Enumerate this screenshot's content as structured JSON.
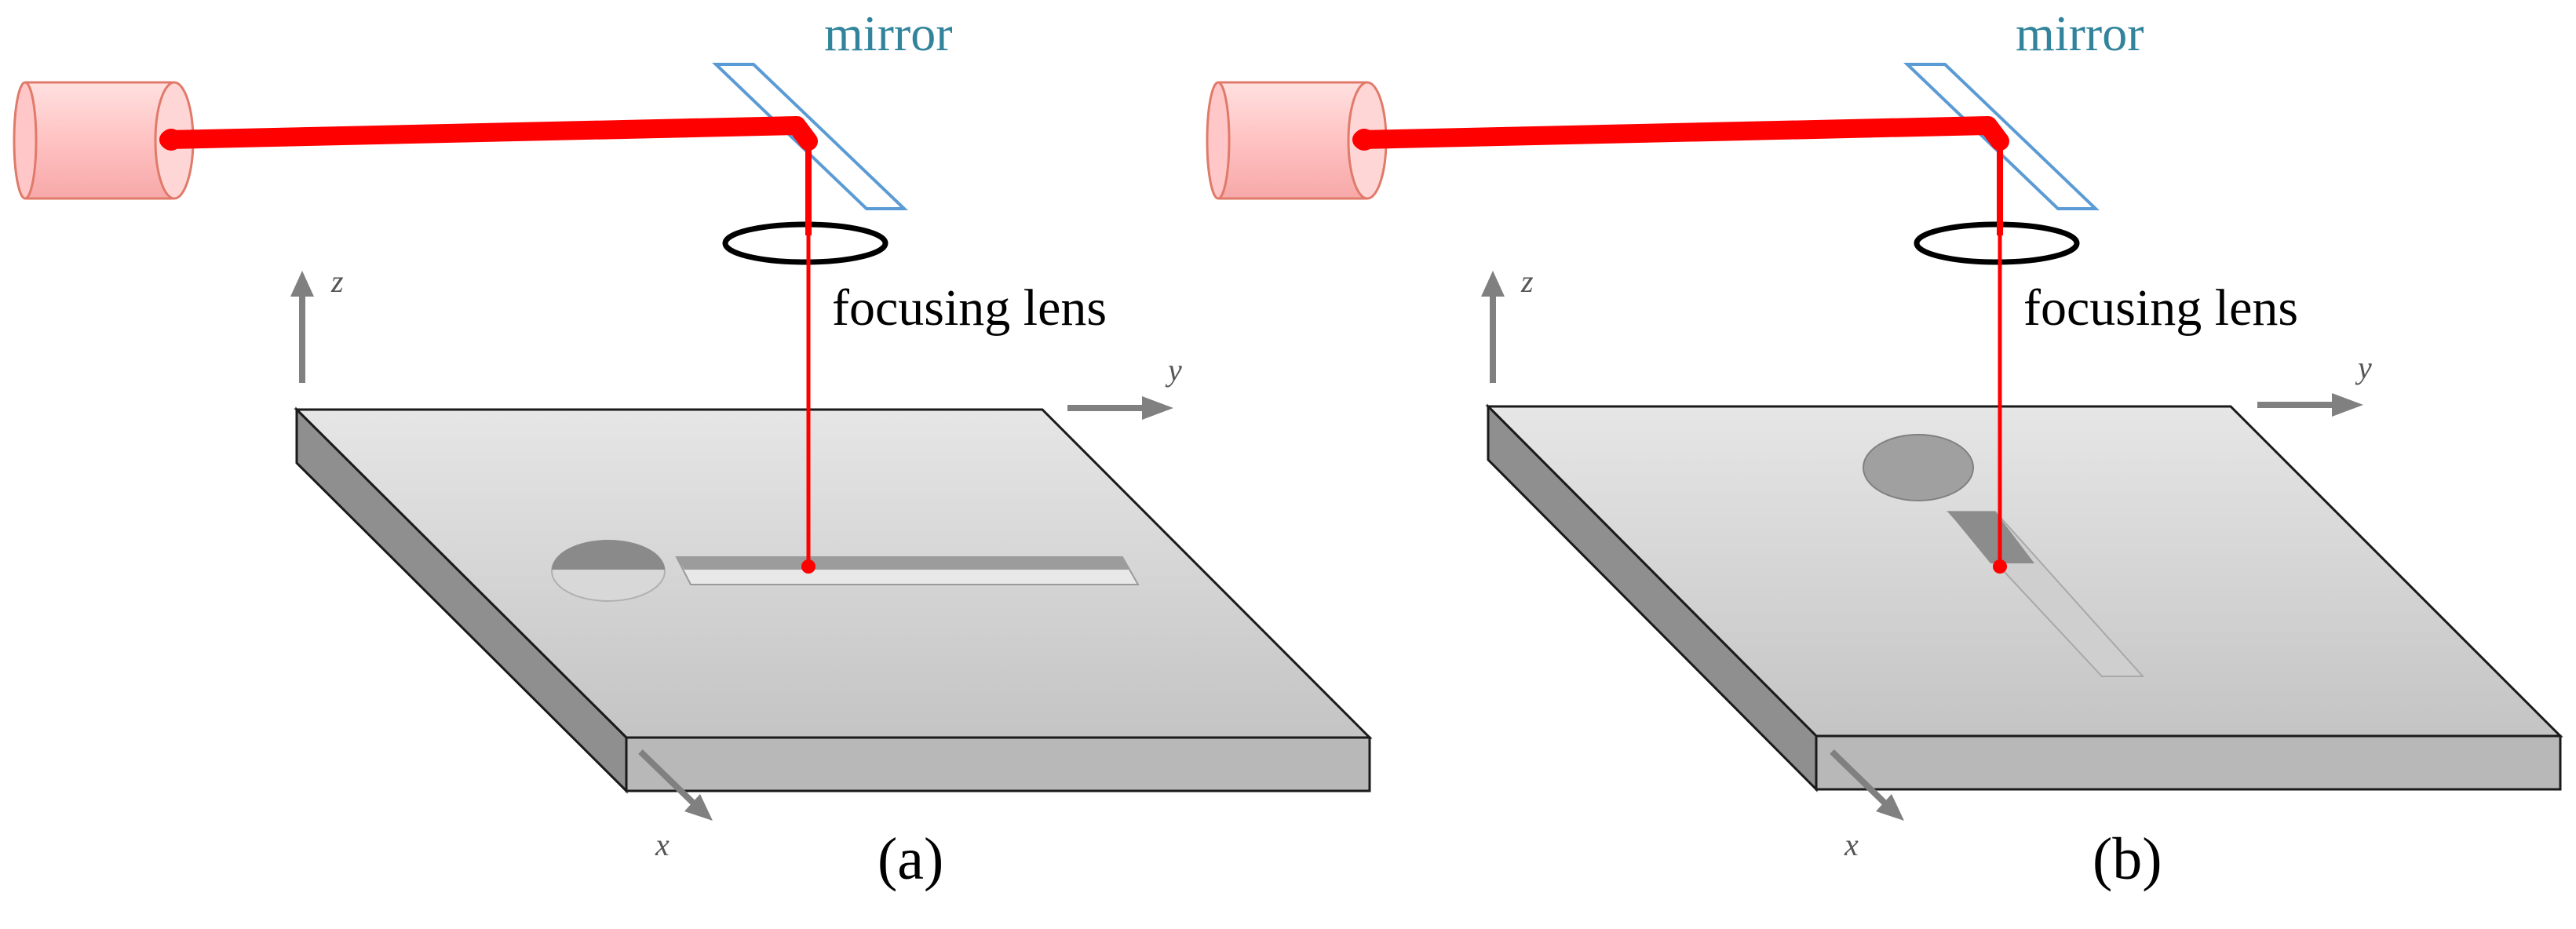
{
  "colors": {
    "laser_beam": "#ff0000",
    "laser_body_fill": "#ffc7c7",
    "laser_body_stroke": "#e07a6a",
    "mirror_stroke": "#5b9bd5",
    "mirror_text": "#31849b",
    "plate_top": "#cfcfcf",
    "plate_side": "#9a9a9a",
    "axis_arrow": "#808080"
  },
  "panels": [
    {
      "id": "a",
      "caption": "(a)",
      "mirror_label": "mirror",
      "lens_label": "focusing lens",
      "axis_x": "x",
      "axis_y": "y",
      "axis_z": "z"
    },
    {
      "id": "b",
      "caption": "(b)",
      "mirror_label": "mirror",
      "lens_label": "focusing lens",
      "axis_x": "x",
      "axis_y": "y",
      "axis_z": "z"
    }
  ]
}
